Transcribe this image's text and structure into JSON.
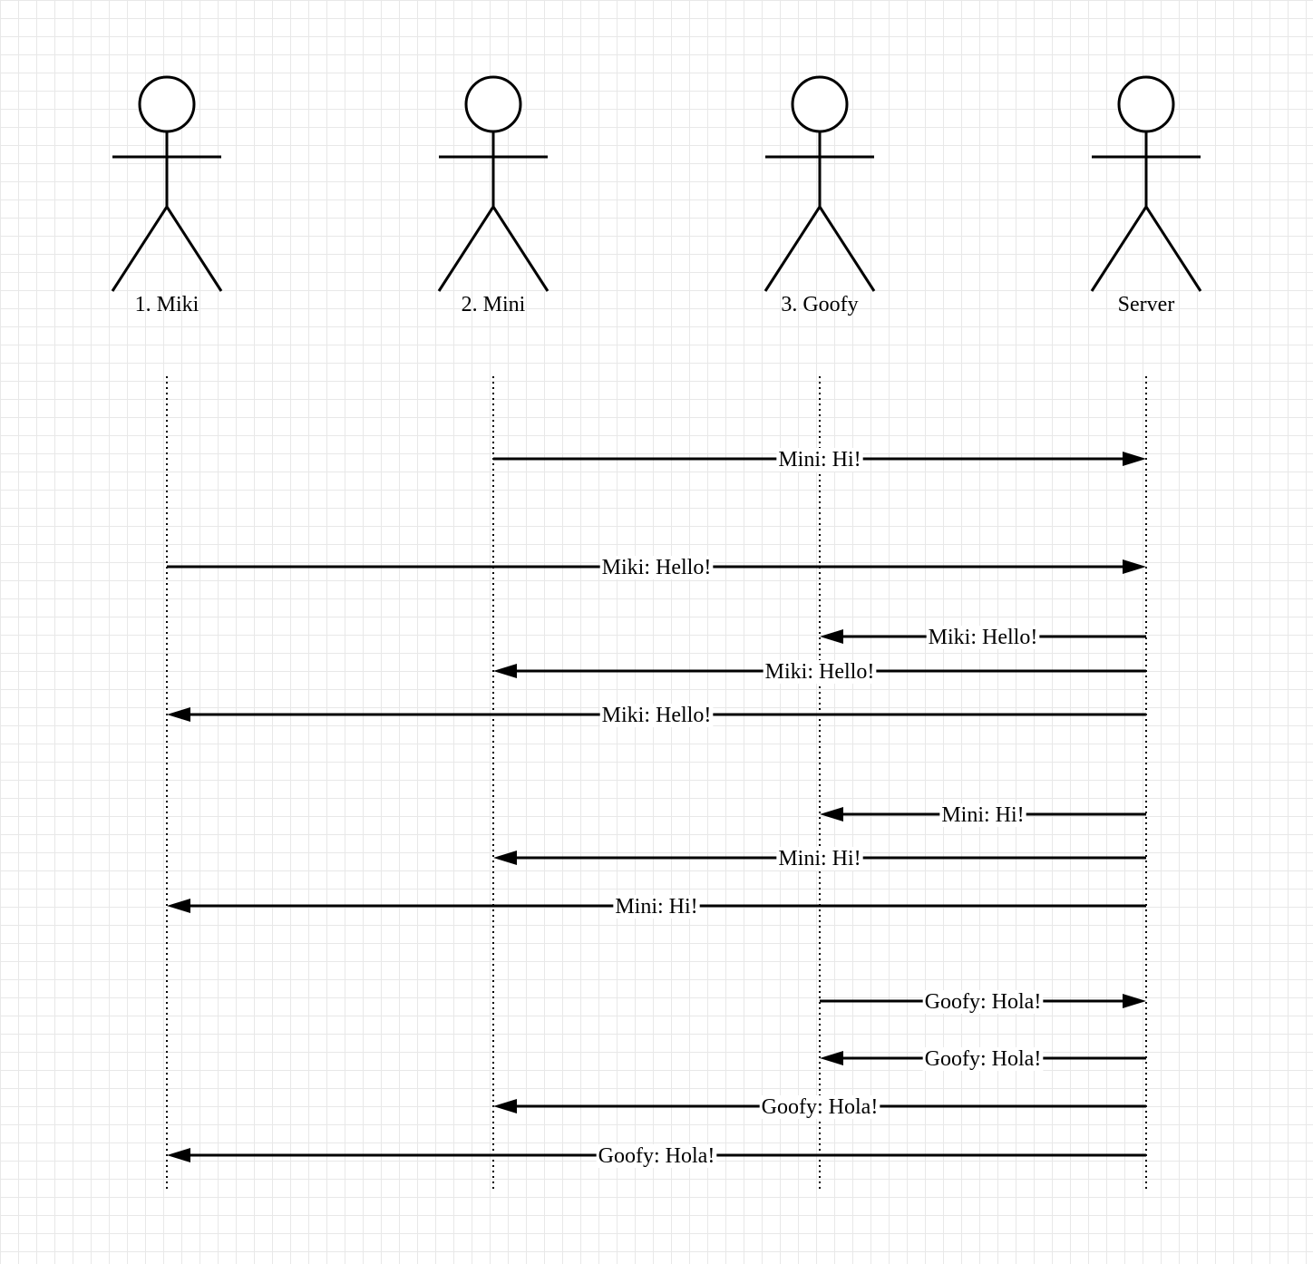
{
  "actors": [
    {
      "id": "miki",
      "label": "1. Miki"
    },
    {
      "id": "mini",
      "label": "2. Mini"
    },
    {
      "id": "goofy",
      "label": "3. Goofy"
    },
    {
      "id": "server",
      "label": "Server"
    }
  ],
  "messages": [
    {
      "from": "mini",
      "to": "server",
      "label": "Mini: Hi!"
    },
    {
      "from": "miki",
      "to": "server",
      "label": "Miki: Hello!"
    },
    {
      "from": "server",
      "to": "goofy",
      "label": "Miki: Hello!"
    },
    {
      "from": "server",
      "to": "mini",
      "label": "Miki: Hello!"
    },
    {
      "from": "server",
      "to": "miki",
      "label": "Miki: Hello!"
    },
    {
      "from": "server",
      "to": "goofy",
      "label": "Mini: Hi!"
    },
    {
      "from": "server",
      "to": "mini",
      "label": "Mini: Hi!"
    },
    {
      "from": "server",
      "to": "miki",
      "label": "Mini: Hi!"
    },
    {
      "from": "goofy",
      "to": "server",
      "label": "Goofy: Hola!"
    },
    {
      "from": "server",
      "to": "goofy",
      "label": "Goofy: Hola!"
    },
    {
      "from": "server",
      "to": "mini",
      "label": "Goofy: Hola!"
    },
    {
      "from": "server",
      "to": "miki",
      "label": "Goofy: Hola!"
    }
  ]
}
